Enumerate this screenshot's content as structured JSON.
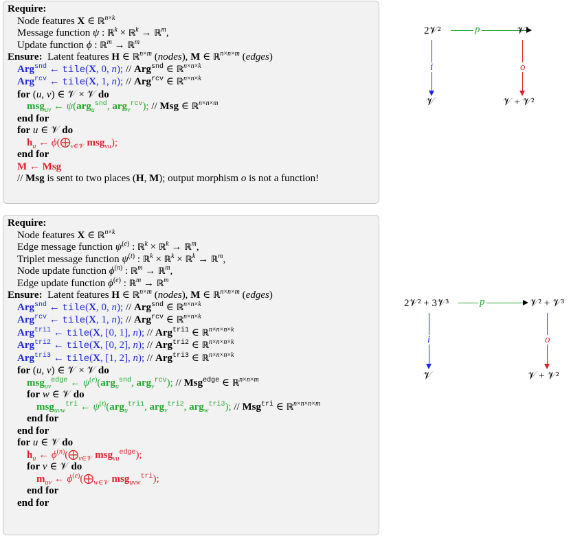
{
  "algo1": {
    "require": "Require:",
    "ensure": "Ensure:",
    "l_node_feat": "Node features ",
    "l_msg_fn": "Message function ",
    "l_upd_fn": "Update function ",
    "l_latent": "Latent features ",
    "nodes": "nodes",
    "edges": "edges",
    "tile": "tile",
    "for": "for",
    "do": "do",
    "end_for": "end for",
    "comment": "// ",
    "comment_tail": " is sent to two places (",
    "comment_tail2": "); output morphism ",
    "comment_tail3": " is not a function!"
  },
  "algo2": {
    "require": "Require:",
    "ensure": "Ensure:",
    "l_node_feat": "Node features ",
    "l_edge_msg": "Edge message function ",
    "l_trip_msg": "Triplet message function ",
    "l_node_upd": "Node update function ",
    "l_edge_upd": "Edge update function ",
    "l_latent": "Latent features ",
    "nodes": "nodes",
    "edges": "edges",
    "for": "for",
    "do": "do",
    "end_for": "end for"
  },
  "diagram1": {
    "top_left": "2𝒱²",
    "top_right": "𝒱²",
    "bottom_left": "𝒱",
    "bottom_right": "𝒱 + 𝒱²",
    "arrow_p": "p",
    "arrow_i": "i",
    "arrow_o": "o"
  },
  "diagram2": {
    "top_left": "2𝒱² + 3𝒱³",
    "top_right": "𝒱² + 𝒱³",
    "bottom_left": "𝒱",
    "bottom_right": "𝒱 + 𝒱²",
    "arrow_p": "p",
    "arrow_i": "i",
    "arrow_o": "o"
  },
  "colors": {
    "blue": "#1f2ad6",
    "green": "#23a82d",
    "red": "#e0202a",
    "box_bg": "#f2f2f2"
  }
}
